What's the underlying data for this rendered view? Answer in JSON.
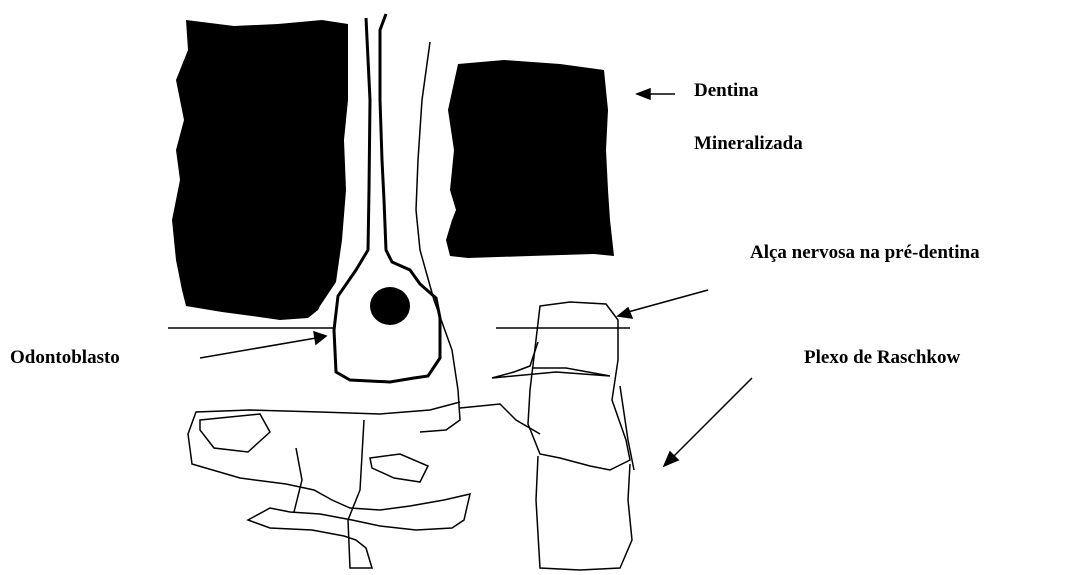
{
  "labels": {
    "dentina": "Dentina",
    "mineralizada": "Mineralizada",
    "alca": "Alça nervosa na pré-dentina",
    "odontoblasto": "Odontoblasto",
    "plexo": "Plexo de Raschkow"
  },
  "colors": {
    "ink": "#000000",
    "background": "#ffffff"
  }
}
